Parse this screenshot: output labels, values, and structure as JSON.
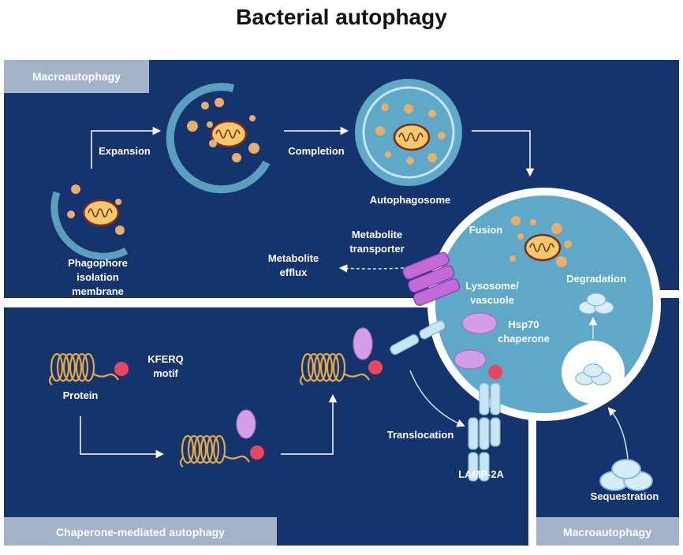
{
  "title": "Bacterial autophagy",
  "sections": {
    "macro_top": "Macroautophagy",
    "chaperone": "Chaperone-mediated autophagy",
    "macro_bottom": "Macroautophagy"
  },
  "labels": {
    "expansion": "Expansion",
    "completion": "Completion",
    "autophagosome": "Autophagosome",
    "phagophore_1": "Phagophore",
    "phagophore_2": "isolation",
    "phagophore_3": "membrane",
    "fusion": "Fusion",
    "metabolite_transporter_1": "Metabolite",
    "metabolite_transporter_2": "transporter",
    "metabolite_efflux_1": "Metabolite",
    "metabolite_efflux_2": "efflux",
    "lysosome_1": "Lysosome/",
    "lysosome_2": "vascuole",
    "degradation": "Degradation",
    "hsp70_1": "Hsp70",
    "hsp70_2": "chaperone",
    "kferq_1": "KFERQ",
    "kferq_2": "motif",
    "protein": "Protein",
    "translocation": "Translocation",
    "lamp2a": "LAMP-2A",
    "sequestration": "Sequestration"
  },
  "colors": {
    "panel": "#15346e",
    "tab": "#a3b4ca",
    "lysosome": "#5fa8c8",
    "dot": "#e9ad6c",
    "mito": "#f4c96a",
    "mito_outline": "#7a2b22",
    "chaperone": "#d59ee8",
    "motif": "#e8465f",
    "receptor": "#c9e4f2"
  }
}
